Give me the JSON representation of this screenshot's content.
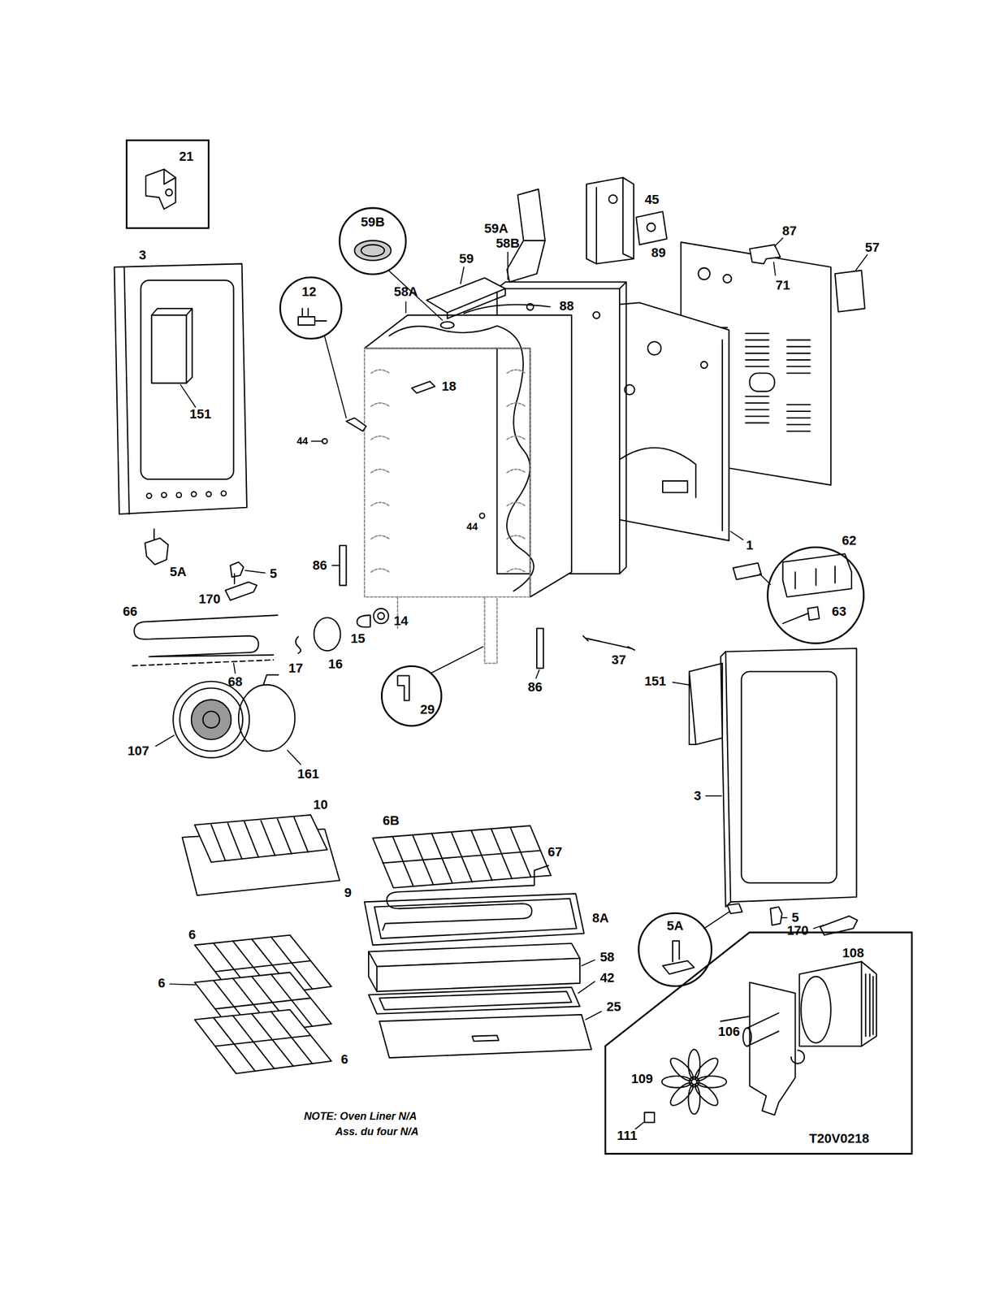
{
  "diagram": {
    "nodes": [
      {
        "text": [
          "21"
        ]
      },
      {
        "text": [
          "59B"
        ]
      },
      {
        "text": [
          "12"
        ]
      },
      {
        "text": [
          "62",
          "63"
        ]
      },
      {
        "text": [
          "29"
        ]
      },
      {
        "text": [
          "5A"
        ]
      },
      {
        "text": [
          "108",
          "106",
          "109",
          "111",
          "T20V0218"
        ]
      }
    ],
    "labels": [
      "3",
      "45",
      "59A",
      "87",
      "57",
      "59",
      "89",
      "58B",
      "71",
      "58A",
      "88",
      "18",
      "151",
      "44",
      "44",
      "1",
      "5",
      "5A",
      "86",
      "170",
      "66",
      "14",
      "15",
      "16",
      "17",
      "37",
      "68",
      "151",
      "86",
      "107",
      "161",
      "3",
      "10",
      "6B",
      "67",
      "9",
      "8A",
      "5",
      "170",
      "6",
      "58",
      "42",
      "6",
      "25",
      "6",
      "NOTE: Oven Liner N/A",
      "Ass. du four N/A"
    ]
  }
}
